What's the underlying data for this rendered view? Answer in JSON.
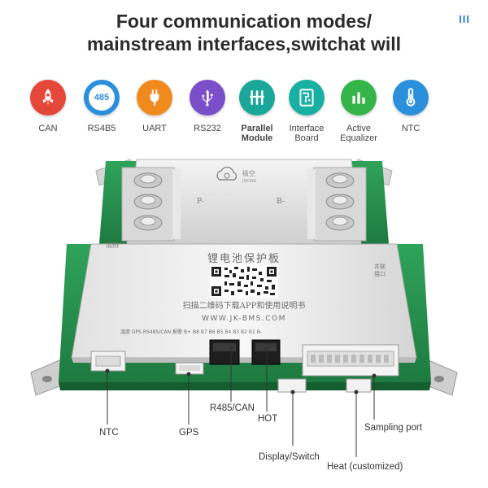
{
  "header": {
    "line1": "Four communication modes/",
    "line2": "mainstream interfaces,switchat will",
    "corner": "III"
  },
  "icons": [
    {
      "label": "CAN",
      "icon": "rocket-icon",
      "color": "#e5473a"
    },
    {
      "label": "RS4B5",
      "icon": "485-icon",
      "color": "#2b8fdc",
      "badge": "485"
    },
    {
      "label": "UART",
      "icon": "plug-icon",
      "color": "#f08a1f"
    },
    {
      "label": "RS232",
      "icon": "usb-icon",
      "color": "#7a4fc9"
    },
    {
      "label": "Parallel Module",
      "icon": "parallel-icon",
      "color": "#1aa79a"
    },
    {
      "label": "Interface Board",
      "icon": "circuit-board-icon",
      "color": "#19b0a4"
    },
    {
      "label": "Active Equalizer",
      "icon": "bar-chart-icon",
      "color": "#35b449"
    },
    {
      "label": "NTC",
      "icon": "thermometer-icon",
      "color": "#2b8fdc"
    }
  ],
  "board": {
    "top_plate_text": "极空",
    "top_plate_sub": "JIKONG",
    "plate_p": "P-",
    "plate_b": "B-",
    "main_title": "锂电池保护板",
    "left_small": "加热",
    "right_small": "并联\n接口",
    "scan_text": "扫描二维码下载APP和使用说明书",
    "url": "WWW.JK-BMS.COM",
    "port_labels": "温度    GPS    RS485/CAN  报警    B+ B8 B7 B6 B5 B4 B3 B2 B1 B-"
  },
  "callouts": {
    "ntc": "NTC",
    "gps": "GPS",
    "r485": "R485/CAN",
    "hot": "HOT",
    "display": "Display/Switch",
    "sampling": "Sampling port",
    "heat": "Heat (customized)"
  }
}
